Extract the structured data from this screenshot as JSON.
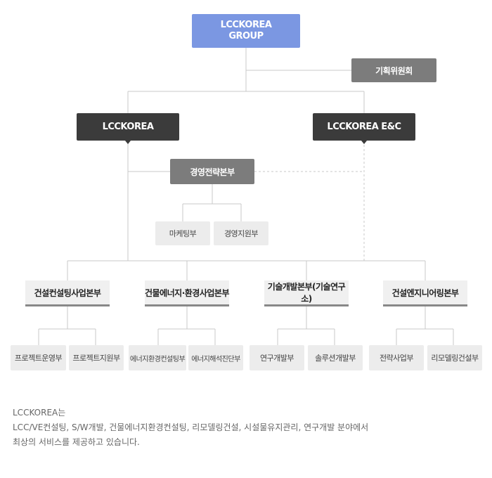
{
  "org": {
    "top": {
      "line1": "LCCKOREA",
      "line2": "GROUP"
    },
    "committee": "기획위원회",
    "companies": [
      "LCCKOREA",
      "LCCKOREA E&C"
    ],
    "strategy": "경영전략본부",
    "strategy_depts": [
      "마케팅부",
      "경영지원부"
    ],
    "divisions": [
      {
        "name": "건설컨설팅사업본부",
        "depts": [
          "프로젝트운영부",
          "프로젝트지원부"
        ]
      },
      {
        "name": "건물에너지·환경사업본부",
        "depts": [
          "에너지환경컨설팅부",
          "에너지해석진단부"
        ]
      },
      {
        "name": "기술개발본부(기술연구소)",
        "depts": [
          "연구개발부",
          "솔루션개발부"
        ]
      },
      {
        "name": "건설엔지니어링본부",
        "depts": [
          "전략사업부",
          "리모델링건설부"
        ]
      }
    ]
  },
  "description": {
    "line1": "LCCKOREA는",
    "line2": "LCC/VE컨설팅, S/W개발, 건물에너지환경컨설팅, 리모델링건설, 시설물유지관리, 연구개발 분야에서",
    "line3": "최상의 서비스를 제공하고 있습니다."
  },
  "colors": {
    "top": "#7b97e2",
    "company": "#3b3b3b",
    "grey_box": "#7c7c7c",
    "division_bg": "#f0f0f0",
    "dept_bg": "#ececec",
    "line": "#c8c8c8"
  }
}
